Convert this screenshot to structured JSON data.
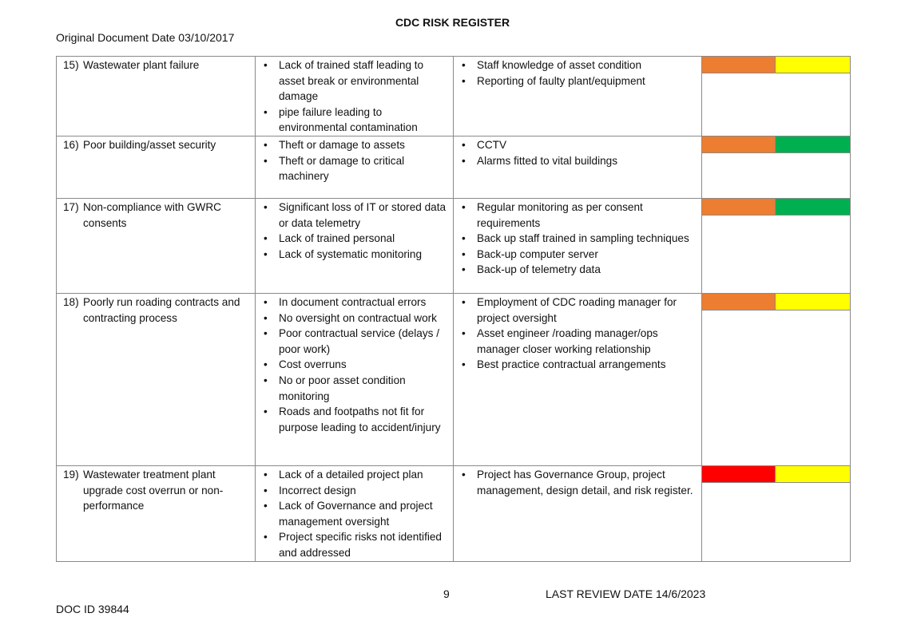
{
  "header": {
    "title": "CDC RISK REGISTER",
    "original_date": "Original Document Date 03/10/2017"
  },
  "colors": {
    "orange": "#ED7D31",
    "yellow": "#FFFF00",
    "green": "#00B050",
    "red": "#FF0000"
  },
  "rows": [
    {
      "num": "15)",
      "risk": "Wastewater plant failure",
      "causes": [
        "Lack of trained staff leading to asset break or environmental damage",
        "pipe failure leading to environmental contamination"
      ],
      "controls": [
        "Staff knowledge of asset condition",
        "Reporting of faulty plant/equipment"
      ],
      "rating": [
        "orange",
        "yellow"
      ]
    },
    {
      "num": "16)",
      "risk": "Poor building/asset security",
      "causes": [
        "Theft or damage to assets",
        "Theft or damage to critical machinery"
      ],
      "controls": [
        "CCTV",
        "Alarms fitted to vital buildings"
      ],
      "rating": [
        "orange",
        "green"
      ]
    },
    {
      "num": "17)",
      "risk": "Non-compliance with GWRC consents",
      "causes": [
        "Significant loss of IT or stored data or data telemetry",
        "Lack of trained personal",
        "Lack of systematic monitoring"
      ],
      "controls": [
        "Regular monitoring as per consent requirements",
        "Back up staff trained in sampling techniques",
        "Back-up computer server",
        "Back-up of telemetry data"
      ],
      "rating": [
        "orange",
        "green"
      ]
    },
    {
      "num": "18)",
      "risk": "Poorly run roading contracts and contracting process",
      "causes": [
        "In document contractual errors",
        "No oversight on contractual work",
        "Poor contractual service (delays / poor work)",
        "Cost overruns",
        "No or poor asset condition monitoring",
        "Roads and footpaths not fit for purpose leading to accident/injury"
      ],
      "controls": [
        "Employment of CDC roading manager for project oversight",
        "Asset engineer /roading manager/ops manager closer working relationship",
        "Best practice contractual arrangements"
      ],
      "rating": [
        "orange",
        "yellow"
      ]
    },
    {
      "num": "19)",
      "risk": "Wastewater treatment plant upgrade cost overrun or non-performance",
      "causes": [
        "Lack of a detailed project plan",
        "Incorrect design",
        "Lack of Governance and project management oversight",
        "Project specific risks not identified and addressed"
      ],
      "controls": [
        "Project has Governance Group, project management, design detail, and risk register."
      ],
      "rating": [
        "red",
        "yellow"
      ]
    }
  ],
  "footer": {
    "page": "9",
    "last_review": "LAST REVIEW DATE 14/6/2023",
    "doc_id": "DOC ID 39844"
  }
}
